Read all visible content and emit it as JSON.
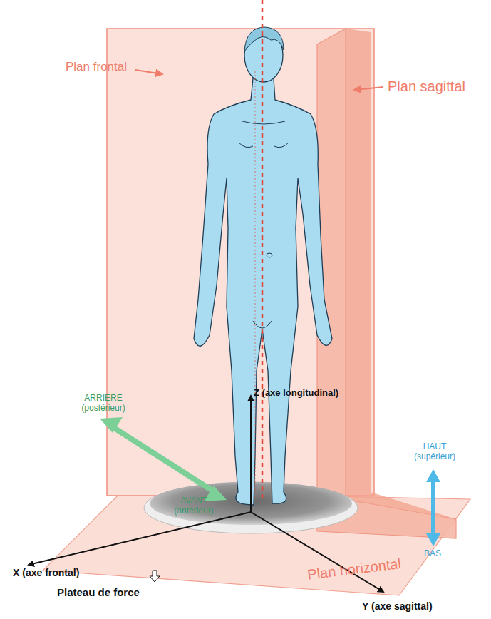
{
  "diagram": {
    "labels": [
      "Plan frontal",
      "Plan sagittal",
      "Z (axe longitudinal)",
      "ARRIERE (postérieur)",
      "AVANT (antérieur)",
      "HAUT (supérieur)",
      "BAS",
      "X (axe frontal)",
      "Plateau de force",
      "Y (axe sagittal)",
      "Plan horizontal"
    ]
  }
}
